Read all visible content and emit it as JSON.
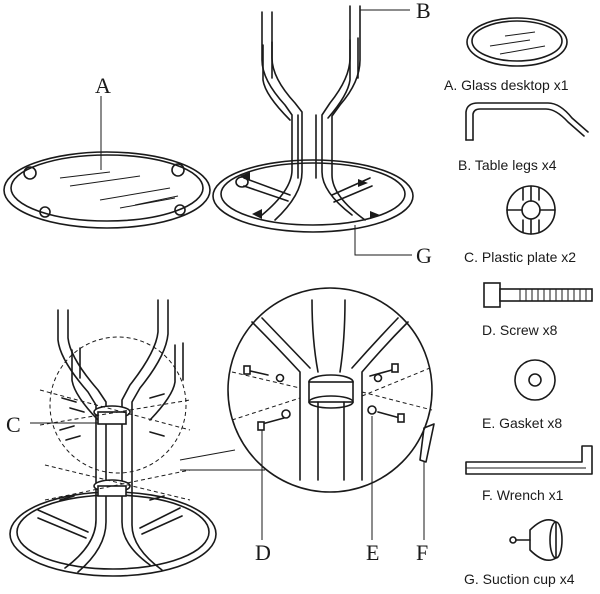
{
  "callouts": {
    "a": "A",
    "b": "B",
    "c": "C",
    "d": "D",
    "e": "E",
    "f": "F",
    "g": "G"
  },
  "parts": [
    {
      "label": "A. Glass desktop x1",
      "icon": "glass-desktop-icon"
    },
    {
      "label": "B. Table legs x4",
      "icon": "table-leg-icon"
    },
    {
      "label": "C. Plastic plate x2",
      "icon": "plastic-plate-icon"
    },
    {
      "label": "D. Screw x8",
      "icon": "screw-icon"
    },
    {
      "label": "E. Gasket x8",
      "icon": "gasket-icon"
    },
    {
      "label": "F. Wrench x1",
      "icon": "wrench-icon"
    },
    {
      "label": "G. Suction cup x4",
      "icon": "suction-cup-icon"
    }
  ]
}
